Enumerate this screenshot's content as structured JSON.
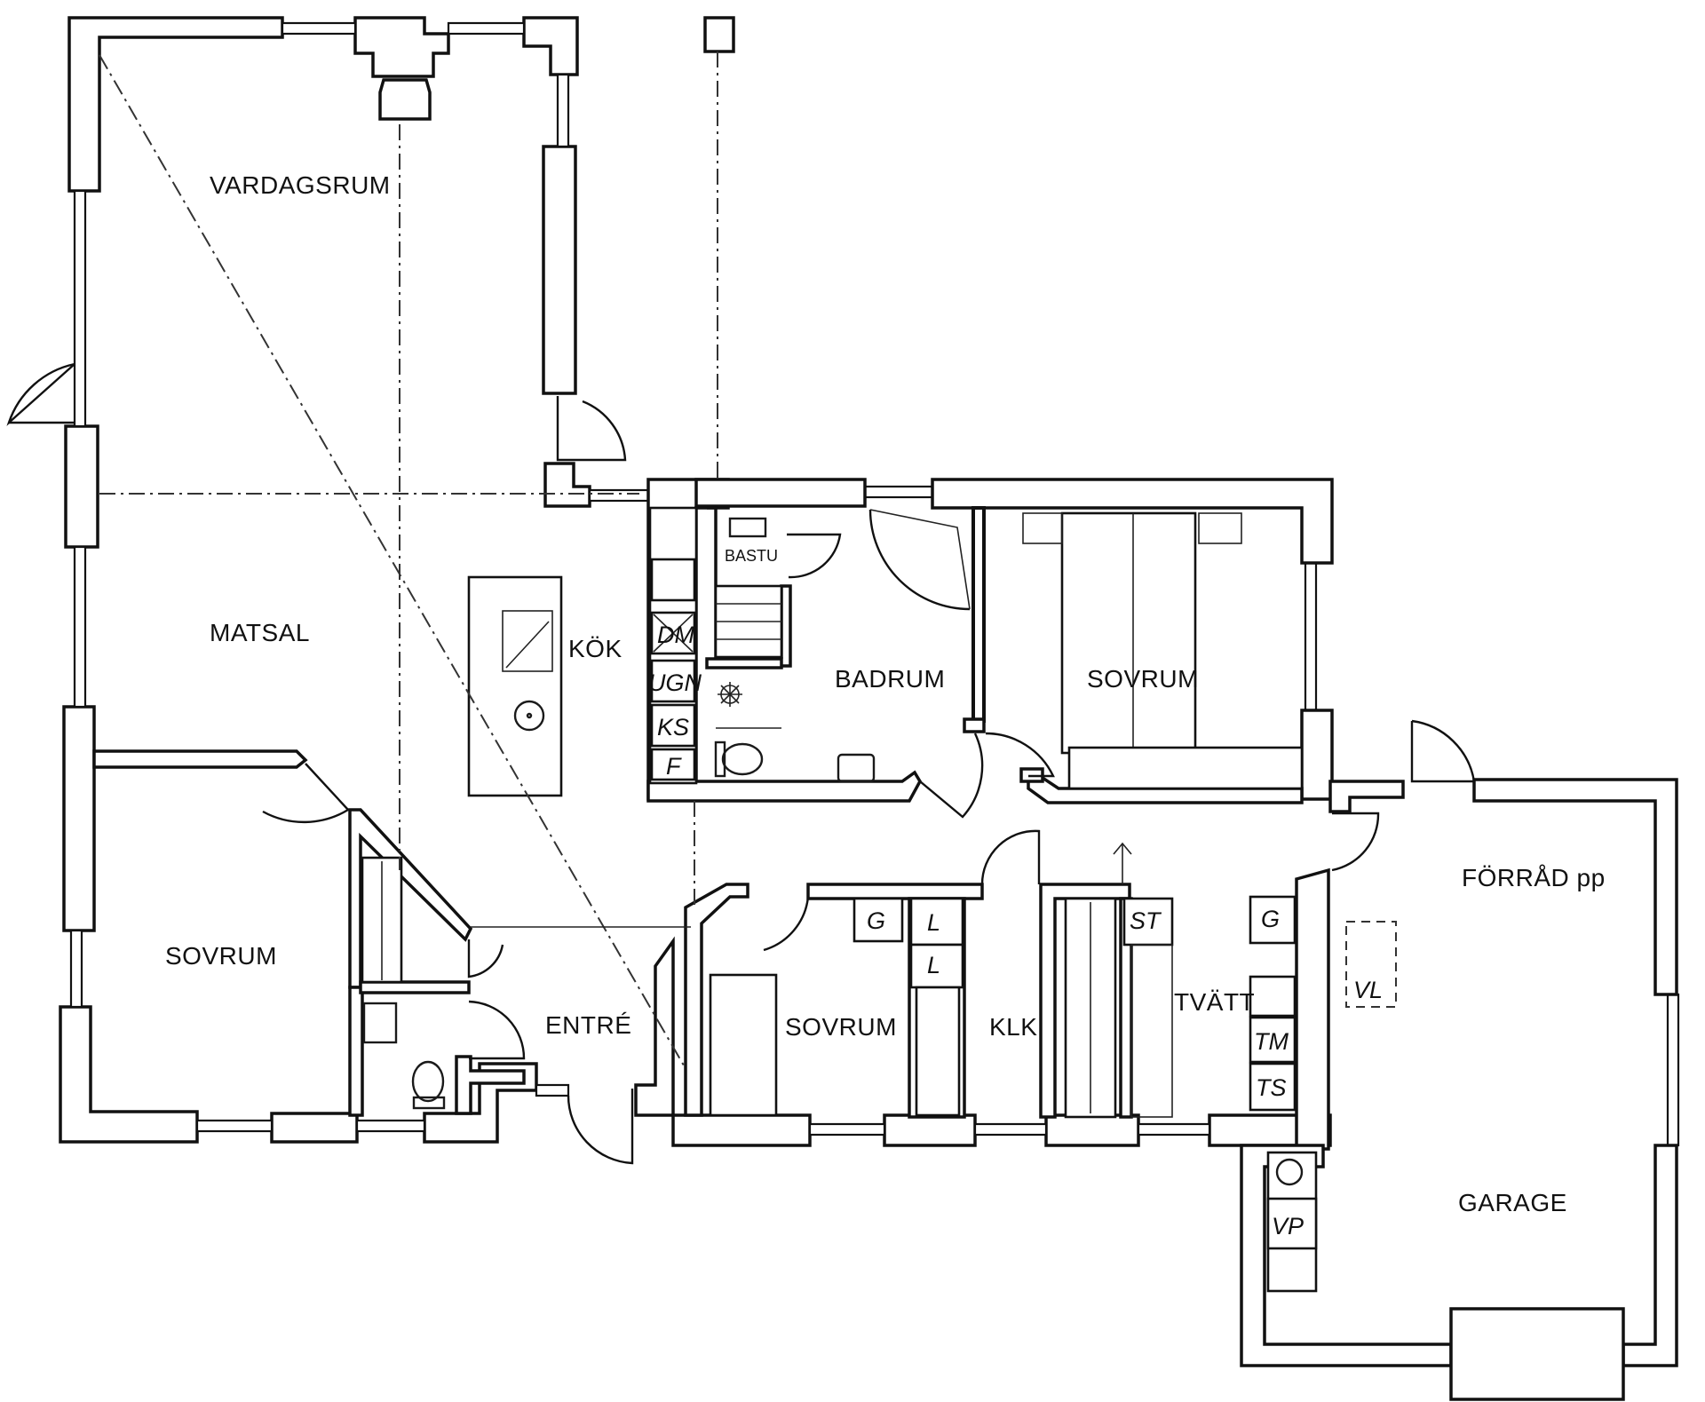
{
  "rooms": {
    "vardagsrum": "VARDAGSRUM",
    "matsal": "MATSAL",
    "kok": "KÖK",
    "bastu": "BASTU",
    "badrum": "BADRUM",
    "sovrum_master": "SOVRUM",
    "sovrum_left": "SOVRUM",
    "entre": "ENTRÉ",
    "sovrum_mid": "SOVRUM",
    "klk": "KLK",
    "tvatt": "TVÄTT",
    "forrad": "FÖRRÅD pp",
    "garage": "GARAGE"
  },
  "fixtures": {
    "ugn": "UGN",
    "ks": "KS",
    "f": "F",
    "dm": "DM",
    "g1": "G",
    "l1": "L",
    "l2": "L",
    "st": "ST",
    "g2": "G",
    "tm": "TM",
    "ts": "TS",
    "vl": "VL",
    "vp": "VP"
  }
}
